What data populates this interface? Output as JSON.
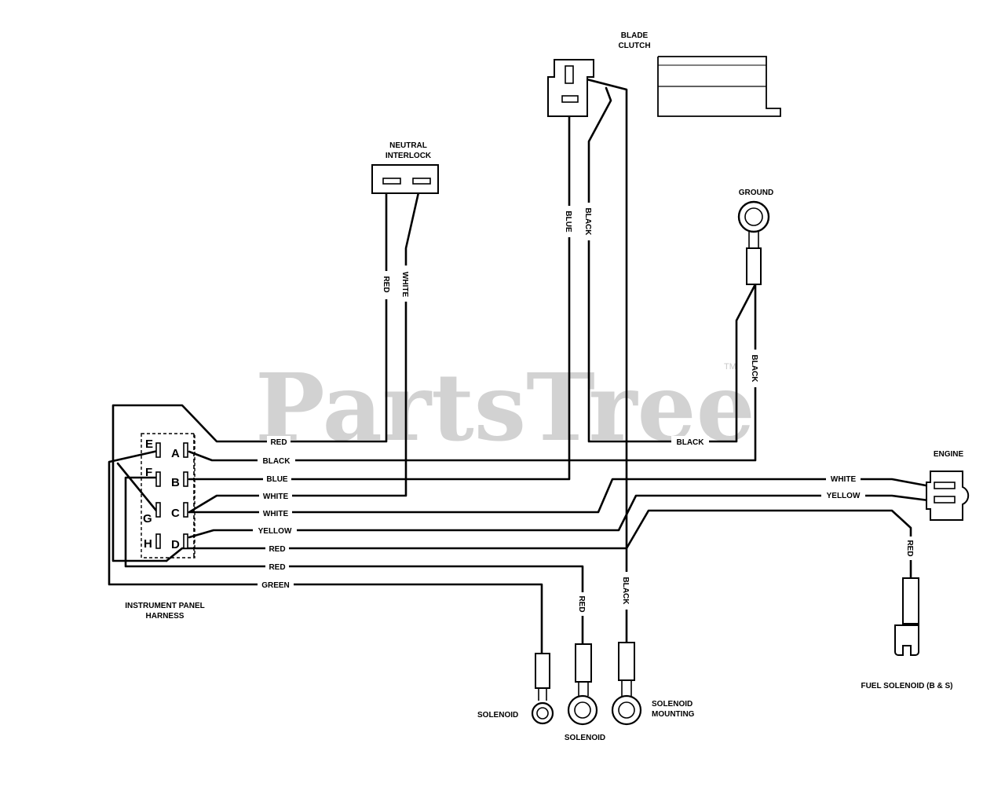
{
  "watermark": {
    "text": "PartsTree",
    "trademark": "TM"
  },
  "components": {
    "blade_clutch": [
      "BLADE",
      "CLUTCH"
    ],
    "neutral_interlock": [
      "NEUTRAL",
      "INTERLOCK"
    ],
    "ground": "GROUND",
    "engine": "ENGINE",
    "instrument_panel_harness": [
      "INSTRUMENT PANEL",
      "HARNESS"
    ],
    "solenoid_left": "SOLENOID",
    "solenoid_center": "SOLENOID",
    "solenoid_mounting": [
      "SOLENOID",
      "MOUNTING"
    ],
    "fuel_solenoid": "FUEL SOLENOID (B & S)"
  },
  "connector_pins": [
    "E",
    "A",
    "F",
    "B",
    "G",
    "C",
    "H",
    "D"
  ],
  "wire_labels": {
    "interlock_red": "RED",
    "interlock_white": "WHITE",
    "clutch_blue": "BLUE",
    "clutch_black": "BLACK",
    "ground_black": "BLACK",
    "row_red_top": "RED",
    "row_black_ground": "BLACK",
    "row_black_a": "BLACK",
    "row_blue_b": "BLUE",
    "row_white_c1": "WHITE",
    "row_white_c2": "WHITE",
    "row_yellow_d": "YELLOW",
    "row_red_h": "RED",
    "row_red_f": "RED",
    "row_green": "GREEN",
    "engine_white": "WHITE",
    "engine_yellow": "YELLOW",
    "fuel_red": "RED",
    "solenoid_red": "RED",
    "mounting_black": "BLACK"
  }
}
